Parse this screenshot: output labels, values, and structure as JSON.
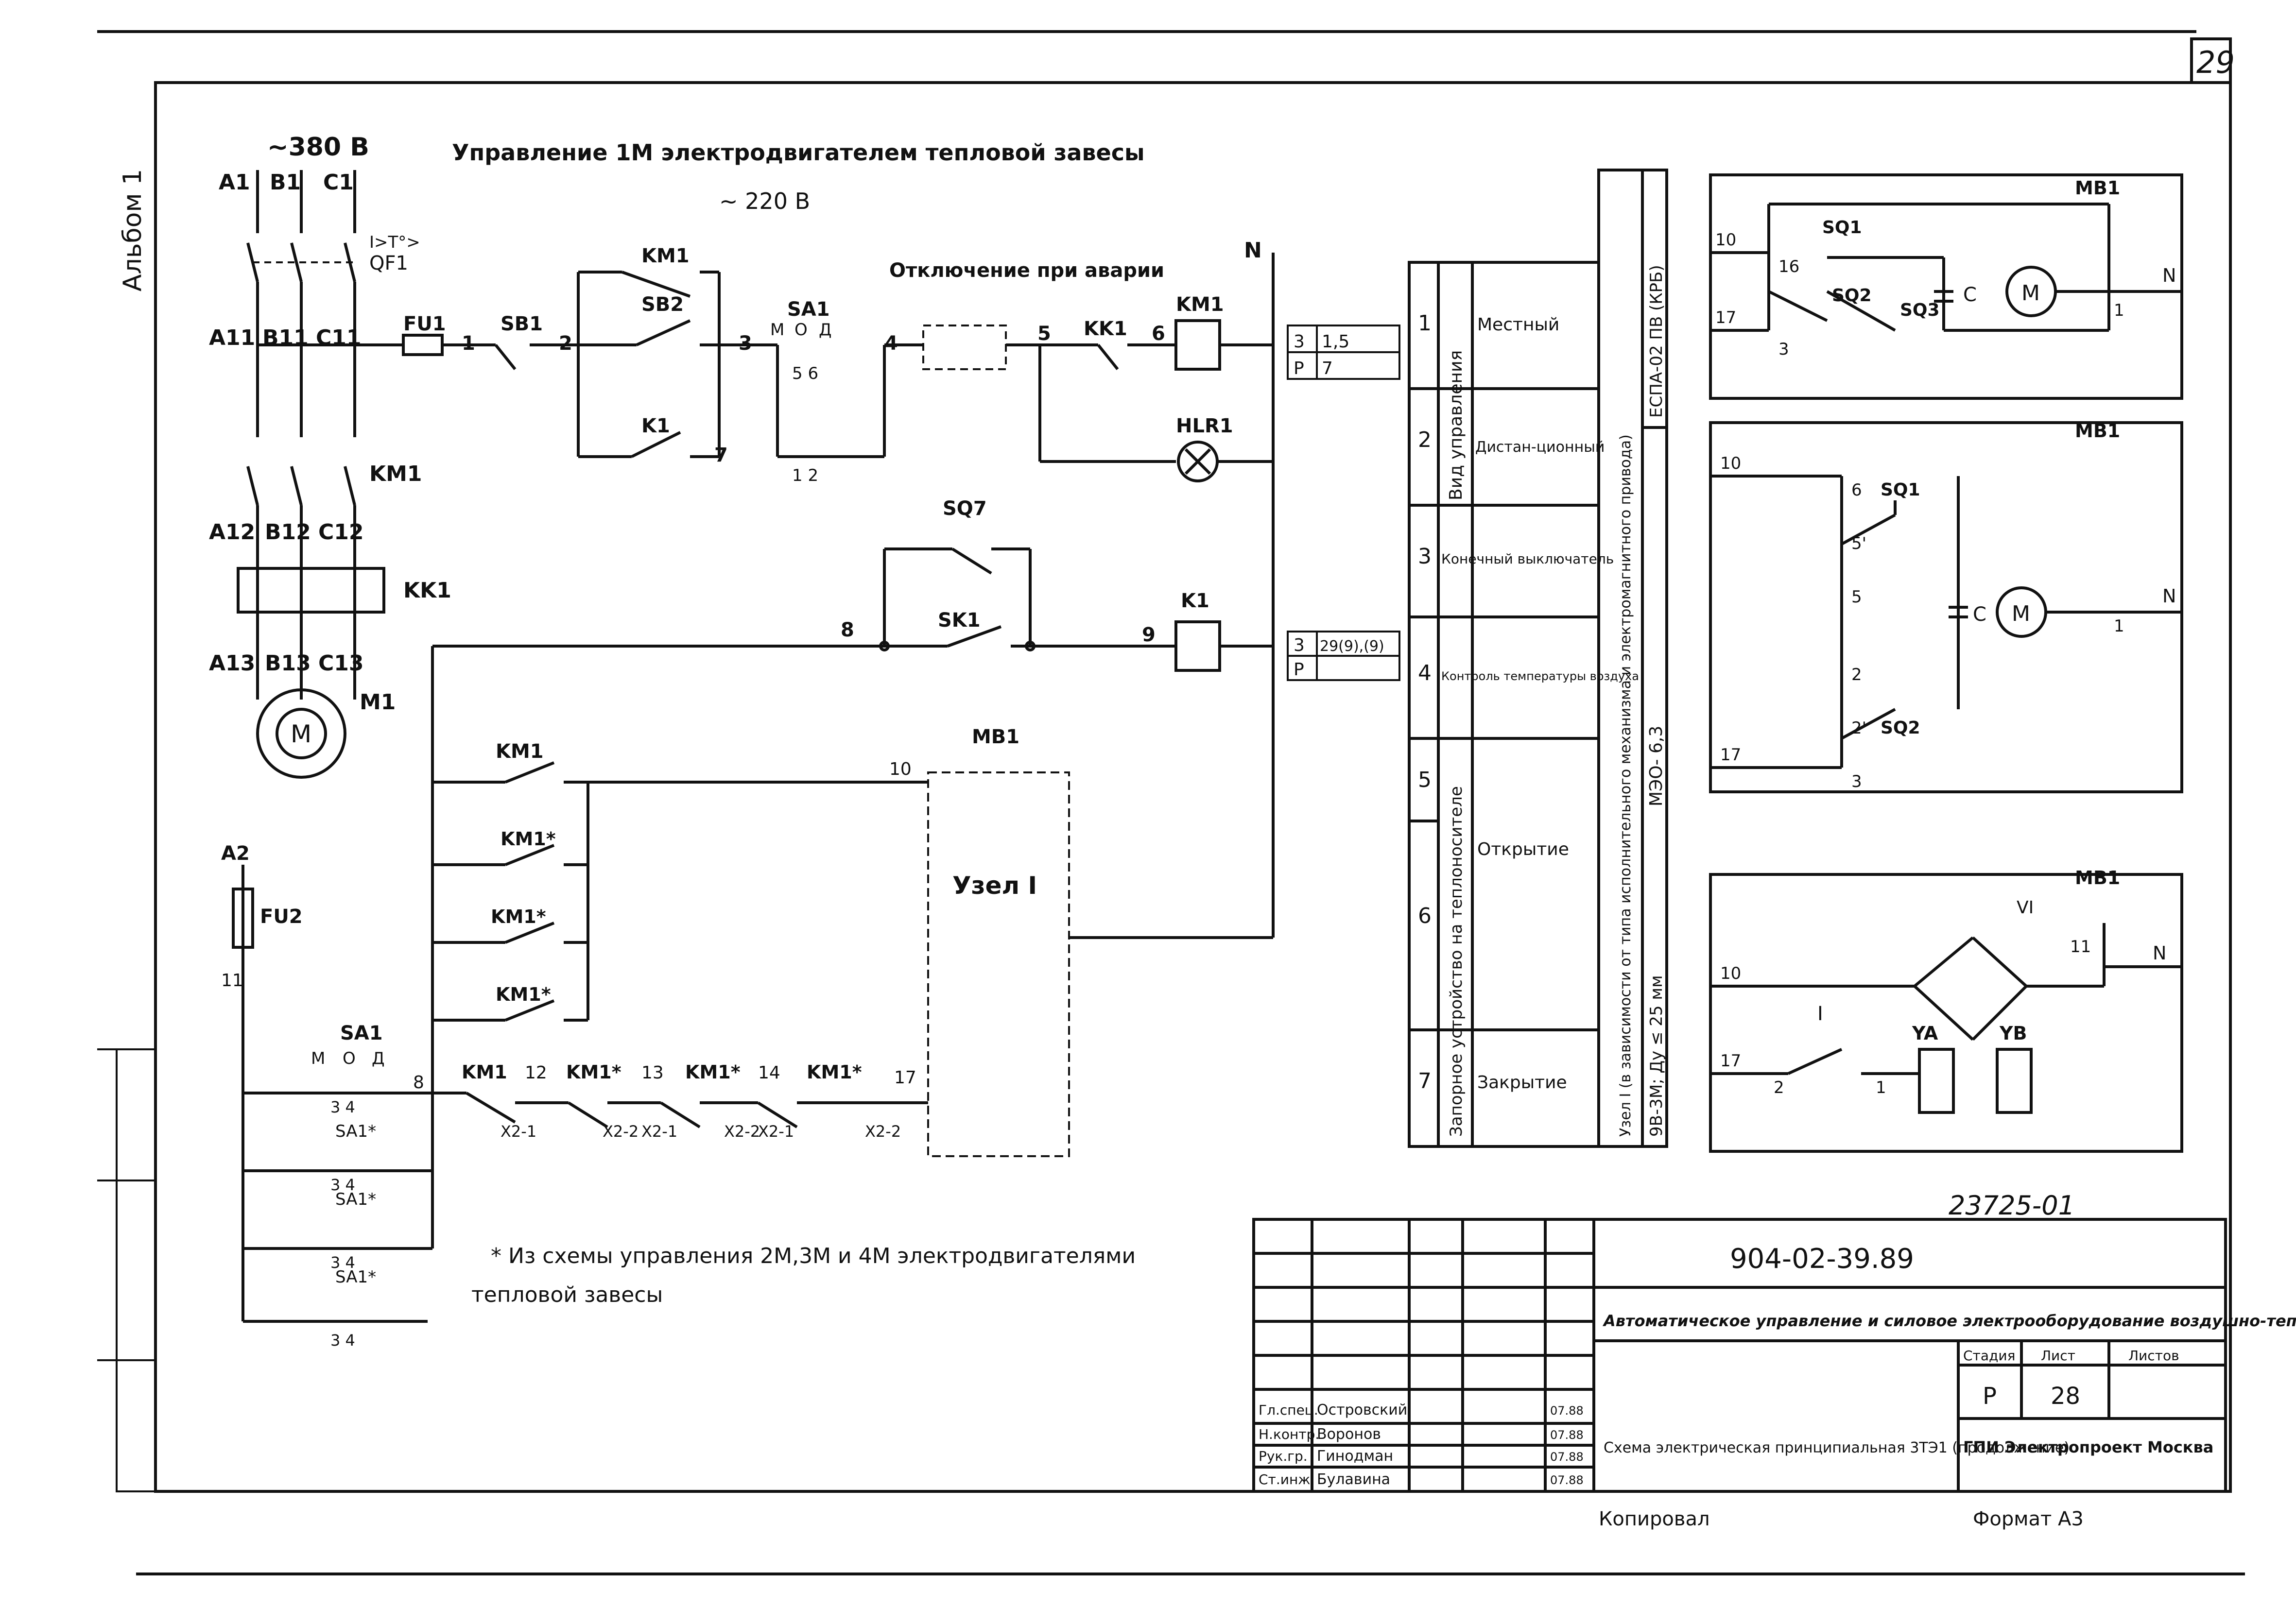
{
  "sheet": {
    "page_number": "29",
    "album": "Альбом 1",
    "copy_number": "23725-01",
    "copied_by_label": "Копировал",
    "format": "Формат А3"
  },
  "diagram": {
    "title": "Управление 1М электродвигателем тепловой завесы",
    "voltage_main": "~380 В",
    "voltage_ctrl": "~ 220 В",
    "phases": [
      "A1",
      "B1",
      "C1"
    ],
    "phases2": [
      "A11",
      "B11",
      "C11"
    ],
    "phases3": [
      "A12",
      "B12",
      "C12"
    ],
    "phases4": [
      "A13",
      "B13",
      "C13"
    ],
    "labels": {
      "qf1": "QF1",
      "qf_i": "I>T°>",
      "fu1": "FU1",
      "fu2": "FU2",
      "km1": "KM1",
      "kk1": "KK1",
      "m1": "M1",
      "motor": "M",
      "sb1": "SB1",
      "sb2": "SB2",
      "k1": "K1",
      "sa1": "SA1",
      "sa_m": "М",
      "sa_o": "О",
      "sa_d": "Д",
      "sa_56": "5 6",
      "sa_12": "1 2",
      "trip": "Отключение при аварии",
      "kk1b": "KK1",
      "hlr1": "HLR1",
      "n": "N",
      "sq7": "SQ7",
      "sk1": "SK1",
      "mb1": "MB1",
      "node1": "Узел I",
      "w1": "1",
      "w2": "2",
      "w3": "3",
      "w4": "4",
      "w5": "5",
      "w6": "6",
      "w7": "7",
      "w8": "8",
      "w9": "9",
      "w10": "10",
      "w11": "11",
      "w12": "12",
      "w13": "13",
      "w14": "14",
      "w17": "17",
      "a2": "A2",
      "km1s": "KM1*",
      "x21": "X2-1",
      "x22": "X2-2",
      "sa34": "3 4",
      "sa1s": "SA1*",
      "note": "* Из схемы управления 2М,3М и 4М электродвигателями",
      "note2": "тепловой завесы"
    },
    "ref1": {
      "col1": "3",
      "col2": "1,5",
      "row2": "P",
      "row2b": "7"
    },
    "ref2": {
      "col1": "3",
      "col2": "29(9),(9)",
      "row2": "P",
      "row2b": ""
    }
  },
  "side_table": {
    "rows": [
      {
        "n": "1",
        "desc": "Местный"
      },
      {
        "n": "2",
        "desc": "Дистан-ционный"
      },
      {
        "n": "3",
        "desc": "Конечный выключатель"
      },
      {
        "n": "4",
        "desc": "Контроль температуры воздуха"
      },
      {
        "n": "5",
        "desc": ""
      },
      {
        "n": "6",
        "desc": "Открытие"
      },
      {
        "n": "7",
        "desc": "Закрытие"
      }
    ],
    "group1": "Вид управления",
    "group2": "Запорное устройство на теплоносителе",
    "node_col": "Узел I (в зависимости от типа исполнительного механизма и электромагнитного привода)",
    "col_espa": "ЕСПА-02 ПВ (КРБ)",
    "col_meo": "МЭО- 6,3",
    "col_vb": "9В-3М; Ду ≤ 25 мм"
  },
  "insets": {
    "i1": {
      "mb": "MB1",
      "sq1": "SQ1",
      "sq2": "SQ2",
      "sq3": "SQ3",
      "c": "C",
      "m": "M",
      "n": "N",
      "w10": "10",
      "w17": "17",
      "w16": "16",
      "w3": "3",
      "w1": "1"
    },
    "i2": {
      "mb": "MB1",
      "sq1": "SQ1",
      "sq2": "SQ2",
      "c": "C",
      "m": "M",
      "n": "N",
      "w10": "10",
      "w17": "17",
      "w6": "6",
      "w5p": "5'",
      "w5": "5",
      "w2": "2",
      "w2p": "2'",
      "w3": "3",
      "w1": "1"
    },
    "i3": {
      "mb": "MB1",
      "n": "N",
      "w10": "10",
      "w17": "17",
      "w11": "11",
      "w2": "2",
      "w1": "1",
      "vi": "VI",
      "i": "I",
      "ya": "YA",
      "yb": "YB"
    }
  },
  "title_block": {
    "doc_number": "904-02-39.89",
    "project_title": "Автоматическое управление и силовое электрооборудование воздушно-тепловых завес",
    "stage_label": "Стадия",
    "sheet_label": "Лист",
    "sheets_label": "Листов",
    "stage": "Р",
    "sheet": "28",
    "drawing_title": "Схема электрическая принципиальная 3ТЭ1 (продолжение)",
    "org": "ГПИ Электропроект Москва",
    "signers": [
      {
        "role": "Гл.спец.",
        "name": "Островский",
        "date": "07.88"
      },
      {
        "role": "Н.контр.",
        "name": "Воронов",
        "date": "07.88"
      },
      {
        "role": "Рук.гр.",
        "name": "Гинодман",
        "date": "07.88"
      },
      {
        "role": "Ст.инж.",
        "name": "Булавина",
        "date": "07.88"
      }
    ]
  }
}
